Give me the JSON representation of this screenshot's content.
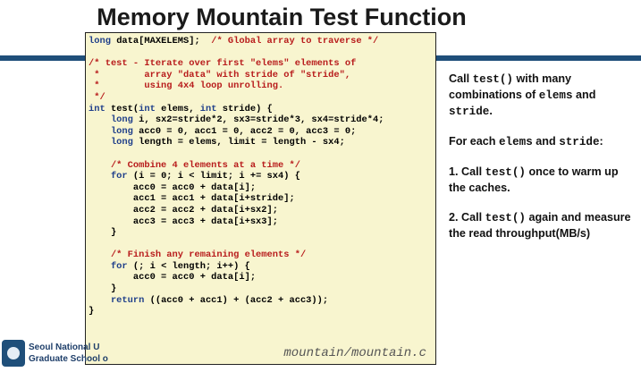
{
  "slide": {
    "title": "Memory Mountain Test Function",
    "code_lines": [
      [
        {
          "t": "long ",
          "c": "kw"
        },
        {
          "t": "data[MAXELEMS];  ",
          "c": ""
        },
        {
          "t": "/* Global array to traverse */",
          "c": "cm"
        }
      ],
      [],
      [
        {
          "t": "/* test - Iterate over first \"elems\" elements of",
          "c": "cm"
        }
      ],
      [
        {
          "t": " *        array \"data\" with stride of \"stride\",",
          "c": "cm"
        }
      ],
      [
        {
          "t": " *        using 4x4 loop unrolling.",
          "c": "cm"
        }
      ],
      [
        {
          "t": " */",
          "c": "cm"
        }
      ],
      [
        {
          "t": "int ",
          "c": "kw"
        },
        {
          "t": "test(",
          "c": ""
        },
        {
          "t": "int ",
          "c": "kw"
        },
        {
          "t": "elems, ",
          "c": ""
        },
        {
          "t": "int ",
          "c": "kw"
        },
        {
          "t": "stride) {",
          "c": ""
        }
      ],
      [
        {
          "t": "    long ",
          "c": "kw"
        },
        {
          "t": "i, sx2=stride*2, sx3=stride*3, sx4=stride*4;",
          "c": ""
        }
      ],
      [
        {
          "t": "    long ",
          "c": "kw"
        },
        {
          "t": "acc0 = 0, acc1 = 0, acc2 = 0, acc3 = 0;",
          "c": ""
        }
      ],
      [
        {
          "t": "    long ",
          "c": "kw"
        },
        {
          "t": "length = elems, limit = length - sx4;",
          "c": ""
        }
      ],
      [],
      [
        {
          "t": "    /* Combine 4 elements at a time */",
          "c": "cm"
        }
      ],
      [
        {
          "t": "    for ",
          "c": "kw"
        },
        {
          "t": "(i = 0; i < limit; i += sx4) {",
          "c": ""
        }
      ],
      [
        {
          "t": "        acc0 = acc0 + data[i];",
          "c": ""
        }
      ],
      [
        {
          "t": "        acc1 = acc1 + data[i+stride];",
          "c": ""
        }
      ],
      [
        {
          "t": "        acc2 = acc2 + data[i+sx2];",
          "c": ""
        }
      ],
      [
        {
          "t": "        acc3 = acc3 + data[i+sx3];",
          "c": ""
        }
      ],
      [
        {
          "t": "    }",
          "c": ""
        }
      ],
      [],
      [
        {
          "t": "    /* Finish any remaining elements */",
          "c": "cm"
        }
      ],
      [
        {
          "t": "    for ",
          "c": "kw"
        },
        {
          "t": "(; i < length; i++) {",
          "c": ""
        }
      ],
      [
        {
          "t": "        acc0 = acc0 + data[i];",
          "c": ""
        }
      ],
      [
        {
          "t": "    }",
          "c": ""
        }
      ],
      [
        {
          "t": "    return ",
          "c": "kw"
        },
        {
          "t": "((acc0 + acc1) + (acc2 + acc3));",
          "c": ""
        }
      ],
      [
        {
          "t": "}",
          "c": ""
        }
      ]
    ],
    "filename": "mountain/mountain.c",
    "notes": [
      [
        {
          "t": "Call ",
          "m": false
        },
        {
          "t": "test()",
          "m": true
        },
        {
          "t": " with many combinations of ",
          "m": false
        },
        {
          "t": "elems",
          "m": true
        },
        {
          "t": " and ",
          "m": false
        },
        {
          "t": "stride",
          "m": true
        },
        {
          "t": ".",
          "m": false
        }
      ],
      [
        {
          "t": "For each ",
          "m": false
        },
        {
          "t": "elems",
          "m": true
        },
        {
          "t": " and ",
          "m": false
        },
        {
          "t": "stride",
          "m": true
        },
        {
          "t": ":",
          "m": false
        }
      ],
      [
        {
          "t": "1. Call ",
          "m": false
        },
        {
          "t": "test()",
          "m": true
        },
        {
          "t": " once to warm up the caches.",
          "m": false
        }
      ],
      [
        {
          "t": "2. Call ",
          "m": false
        },
        {
          "t": "test()",
          "m": true
        },
        {
          "t": " again and measure the read throughput(MB/s)",
          "m": false
        }
      ]
    ],
    "logo": {
      "line1": "Seoul National U",
      "line2": "Graduate School o"
    },
    "colors": {
      "accent_bar": "#1f4f7a",
      "code_bg": "#f8f5cf",
      "keyword": "#1f3f8a",
      "comment": "#b81c1c"
    }
  }
}
